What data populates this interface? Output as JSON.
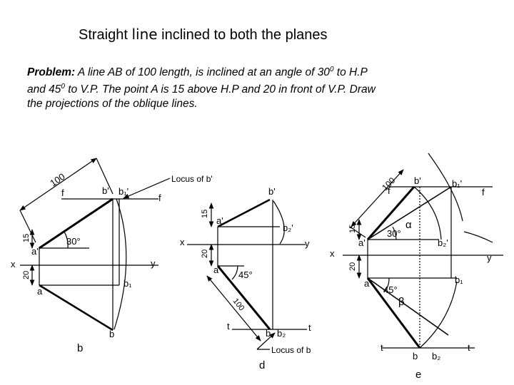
{
  "title": {
    "part1": "Straight ",
    "emph": "line",
    "part2": " inclined to both the planes"
  },
  "problem": {
    "label": "Problem:",
    "line1": " A line AB of 100 length,  is inclined at an angle of 30",
    "sup1": "0",
    "line2": " to H.P",
    "line3": "and 45",
    "sup2": "0",
    "line4": " to V.P.  The point A is 15 above H.P and 20 in front of V.P.  Draw",
    "line5": "the projections of the oblique lines."
  },
  "figure_b": {
    "caption": "b",
    "dim_100": "100",
    "dim_15": "15",
    "dim_20": "20",
    "angle": "30°",
    "locus": "Locus of b'",
    "x": "x",
    "y": "y",
    "f1": "f",
    "f2": "f",
    "a_top": "a'",
    "b_top": "b'",
    "b1_top": "b₁'",
    "a_plan": "a",
    "b1_plan": "b₁",
    "b_plan": "b"
  },
  "figure_d": {
    "caption": "d",
    "dim_15": "15",
    "dim_20": "20",
    "dim_100": "100",
    "angle": "45°",
    "locus": "Locus of b",
    "x": "x",
    "y": "y",
    "t1": "t",
    "t2": "t",
    "a_top": "a'",
    "b_top": "b'",
    "b2_top": "b₂'",
    "a_plan": "a",
    "b_plan": "b",
    "b2_plan": "b₂"
  },
  "figure_e": {
    "caption": "e",
    "dim_100": "100",
    "dim_15": "15",
    "dim_20": "20",
    "angle_30": "30°",
    "angle_45": "45°",
    "alpha": "α",
    "beta": "β",
    "x": "x",
    "y": "y",
    "f1": "f",
    "f2": "f",
    "t1": "t",
    "t2": "t",
    "a_top": "a'",
    "b_top": "b'",
    "b1_top": "b₁'",
    "b2_top": "b₂'",
    "a_plan": "a",
    "b_plan": "b",
    "b1_plan": "b₁",
    "b2_plan": "b₂"
  }
}
